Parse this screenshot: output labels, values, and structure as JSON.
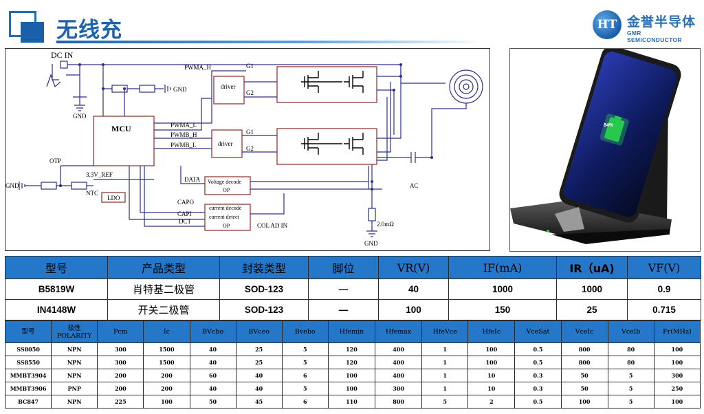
{
  "header": {
    "title": "无线充",
    "logo_mark": "HT",
    "logo_cn": "金誉半导体",
    "logo_en": "GMR SEMICONDUCTOR"
  },
  "schematic": {
    "labels": {
      "dc_in": "DC  IN",
      "gnd_top": "GND",
      "gnd_bottom": "GND",
      "gnd_left": "GND",
      "gnd_right": "GND",
      "mcu": "MCU",
      "pwma_h": "PWMA_H",
      "pwma_l": "PWMA_L",
      "pwmb_h": "PWMB_H",
      "pwmb_l": "PWMB_L",
      "driver1": "driver",
      "driver2": "driver",
      "g1a": "G1",
      "g2a": "G2",
      "g1b": "G1",
      "g2b": "G2",
      "otp": "OTP",
      "ref": "3.3V_REF",
      "ntc": "NTC",
      "ldo": "LDO",
      "data": "DATA",
      "vdec1": "Voltage decode",
      "vdec2": "OP",
      "capo": "CAPO",
      "capi": "CAPI",
      "dct": "DCT",
      "cdec1": "current decode",
      "cdec2": "current detect",
      "cdec3": "OP",
      "ac": "AC",
      "col": "COL AD IN",
      "res": "2.0mΩ"
    }
  },
  "photo": {
    "badge": "84%"
  },
  "diode_table": {
    "headers": [
      "型号",
      "产品类型",
      "封装类型",
      "脚位",
      "VR(V)",
      "IF(mA)",
      "IR（uA)",
      "VF(V)"
    ],
    "rows": [
      [
        "B5819W",
        "肖特基二极管",
        "SOD-123",
        "—",
        "40",
        "1000",
        "1000",
        "0.9"
      ],
      [
        "IN4148W",
        "开关二极管",
        "SOD-123",
        "—",
        "100",
        "150",
        "25",
        "0.715"
      ]
    ]
  },
  "transistor_table": {
    "headers": [
      "型号",
      "极性",
      "POLARITY",
      "Pcm",
      "Ic",
      "BVcbo",
      "BVceo",
      "Bvebo",
      "Hfemin",
      "Hfemax",
      "HfeVce",
      "HfeIc",
      "VceSat",
      "VceIc",
      "VceIb",
      "Fr(MHz)"
    ],
    "rows": [
      [
        "SS8050",
        "NPN",
        "300",
        "1500",
        "40",
        "25",
        "5",
        "120",
        "400",
        "1",
        "100",
        "0.5",
        "800",
        "80",
        "100"
      ],
      [
        "SS8550",
        "NPN",
        "300",
        "1500",
        "40",
        "25",
        "5",
        "120",
        "400",
        "1",
        "100",
        "0.5",
        "800",
        "80",
        "100"
      ],
      [
        "MMBT3904",
        "NPN",
        "200",
        "200",
        "60",
        "40",
        "6",
        "100",
        "400",
        "1",
        "10",
        "0.3",
        "50",
        "5",
        "300"
      ],
      [
        "MMBT3906",
        "PNP",
        "200",
        "200",
        "40",
        "40",
        "5",
        "100",
        "300",
        "1",
        "10",
        "0.3",
        "50",
        "5",
        "250"
      ],
      [
        "BC847",
        "NPN",
        "225",
        "100",
        "50",
        "45",
        "6",
        "110",
        "800",
        "5",
        "2",
        "0.5",
        "100",
        "5",
        "100"
      ]
    ]
  },
  "colors": {
    "brand_blue": "#1d62ae",
    "header_cell_blue": "#2477c9",
    "schematic_wire": "#2d2d8a",
    "schematic_box": "#8a2a2a"
  }
}
